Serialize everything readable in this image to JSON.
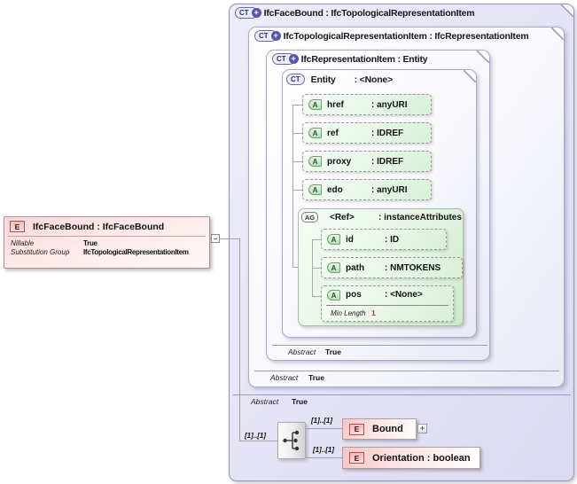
{
  "icons": {
    "element": "E",
    "complex_type": "CT",
    "attribute": "A",
    "attribute_group": "AG",
    "plus": "+",
    "expand": "+"
  },
  "left_element": {
    "title": "IfcFaceBound : IfcFaceBound",
    "properties": [
      {
        "label": "Nillable",
        "value": "True"
      },
      {
        "label": "Substitution Group",
        "value": "IfcTopologicalRepresentationItem"
      }
    ]
  },
  "nodes": {
    "outer": {
      "title": "IfcFaceBound : IfcTopologicalRepresentationItem",
      "abstract_label": "Abstract",
      "abstract_value": "True"
    },
    "middle": {
      "title": "IfcTopologicalRepresentationItem : IfcRepresentationItem",
      "abstract_label": "Abstract",
      "abstract_value": "True"
    },
    "inner": {
      "title": "IfcRepresentationItem : Entity",
      "abstract_label": "Abstract",
      "abstract_value": "True"
    },
    "entity": {
      "name": "Entity",
      "type": ": <None>"
    }
  },
  "entity_attributes": [
    {
      "name": "href",
      "type": ": anyURI"
    },
    {
      "name": "ref",
      "type": ": IDREF"
    },
    {
      "name": "proxy",
      "type": ": IDREF"
    },
    {
      "name": "edo",
      "type": ": anyURI"
    }
  ],
  "attribute_group": {
    "name": "<Ref>",
    "type": ": instanceAttributes",
    "attributes": [
      {
        "name": "id",
        "type": ": ID"
      },
      {
        "name": "path",
        "type": ": NMTOKENS"
      },
      {
        "name": "pos",
        "type": ": <None>"
      }
    ],
    "facet": {
      "label": "Min Length",
      "value": "1"
    }
  },
  "content_model": {
    "root_cardinality": "[1]..[1]",
    "children": [
      {
        "label": "Bound",
        "cardinality": "[1]..[1]"
      },
      {
        "label": "Orientation : boolean",
        "cardinality": "[1]..[1]"
      }
    ]
  }
}
